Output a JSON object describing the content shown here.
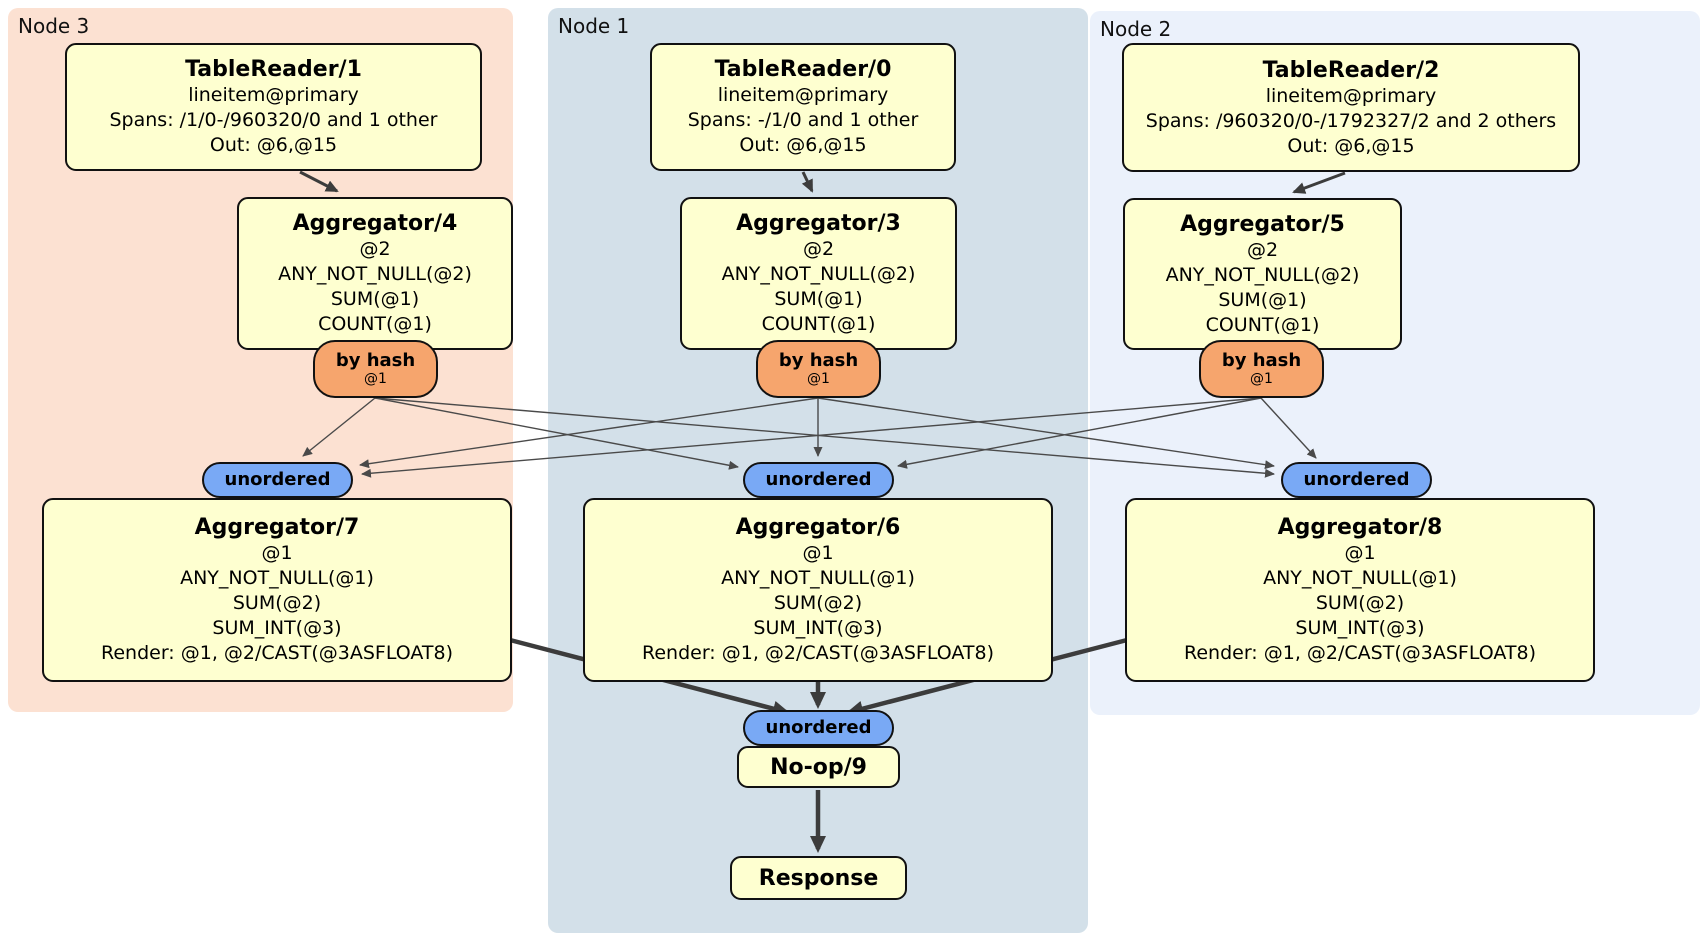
{
  "colors": {
    "node3_bg": "#fce1d2",
    "node1_bg": "#d3e0e9",
    "node2_bg": "#ebf1fb",
    "box_fill": "#feffd0",
    "hash_fill": "#f6a56d",
    "unordered_fill": "#79a9f5",
    "edge_thin": "#4a4a4a",
    "edge_thick": "#3c3c3c"
  },
  "regions": [
    {
      "label": "Node 3"
    },
    {
      "label": "Node 1"
    },
    {
      "label": "Node 2"
    }
  ],
  "routers": {
    "by_hash": {
      "label": "by hash",
      "detail": "@1"
    },
    "unordered": {
      "label": "unordered"
    }
  },
  "boxes": {
    "tr1": {
      "title": "TableReader/1",
      "lines": [
        "lineitem@primary",
        "Spans: /1/0-/960320/0 and 1 other",
        "Out: @6,@15"
      ]
    },
    "tr0": {
      "title": "TableReader/0",
      "lines": [
        "lineitem@primary",
        "Spans: -/1/0 and 1 other",
        "Out: @6,@15"
      ]
    },
    "tr2": {
      "title": "TableReader/2",
      "lines": [
        "lineitem@primary",
        "Spans: /960320/0-/1792327/2 and 2 others",
        "Out: @6,@15"
      ]
    },
    "agg4": {
      "title": "Aggregator/4",
      "lines": [
        "@2",
        "ANY_NOT_NULL(@2)",
        "SUM(@1)",
        "COUNT(@1)"
      ]
    },
    "agg3": {
      "title": "Aggregator/3",
      "lines": [
        "@2",
        "ANY_NOT_NULL(@2)",
        "SUM(@1)",
        "COUNT(@1)"
      ]
    },
    "agg5": {
      "title": "Aggregator/5",
      "lines": [
        "@2",
        "ANY_NOT_NULL(@2)",
        "SUM(@1)",
        "COUNT(@1)"
      ]
    },
    "agg7": {
      "title": "Aggregator/7",
      "lines": [
        "@1",
        "ANY_NOT_NULL(@1)",
        "SUM(@2)",
        "SUM_INT(@3)",
        "Render: @1, @2/CAST(@3ASFLOAT8)"
      ]
    },
    "agg6": {
      "title": "Aggregator/6",
      "lines": [
        "@1",
        "ANY_NOT_NULL(@1)",
        "SUM(@2)",
        "SUM_INT(@3)",
        "Render: @1, @2/CAST(@3ASFLOAT8)"
      ]
    },
    "agg8": {
      "title": "Aggregator/8",
      "lines": [
        "@1",
        "ANY_NOT_NULL(@1)",
        "SUM(@2)",
        "SUM_INT(@3)",
        "Render: @1, @2/CAST(@3ASFLOAT8)"
      ]
    },
    "noop": {
      "title": "No-op/9"
    },
    "response": {
      "title": "Response"
    }
  }
}
